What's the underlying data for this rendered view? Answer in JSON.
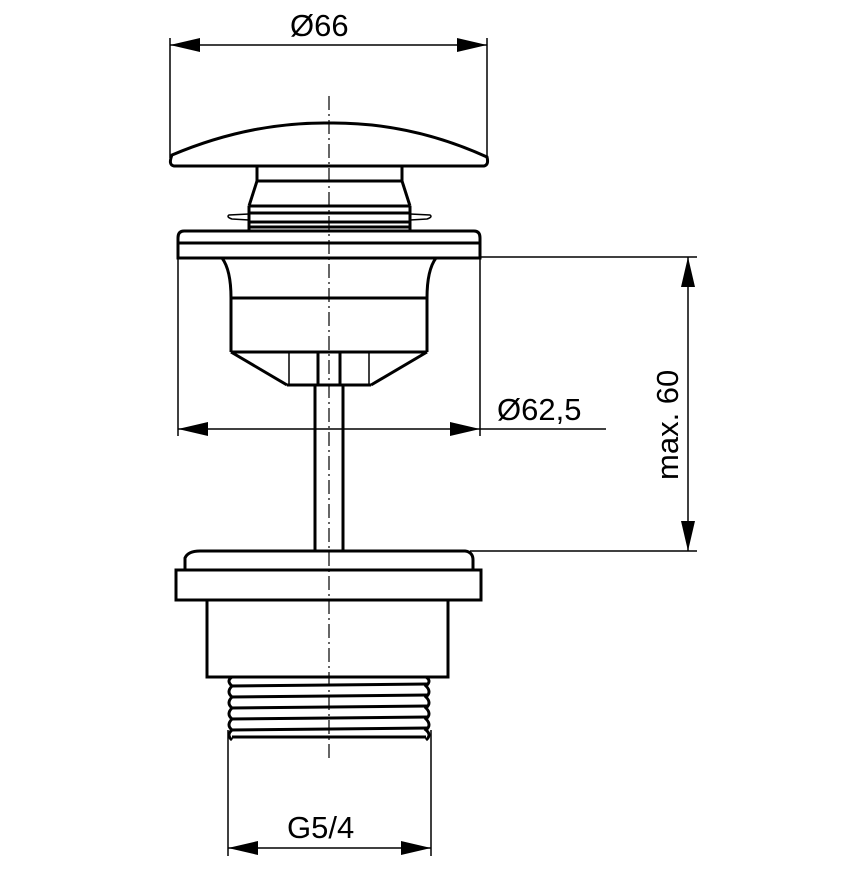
{
  "drawing": {
    "subject": "pop-up basin waste valve technical drawing",
    "line_color": "#000000",
    "background": "#ffffff"
  },
  "dimensions": {
    "cap_diameter": "Ø66",
    "flange_diameter": "Ø62,5",
    "max_height": "max. 60",
    "thread": "G5/4"
  }
}
